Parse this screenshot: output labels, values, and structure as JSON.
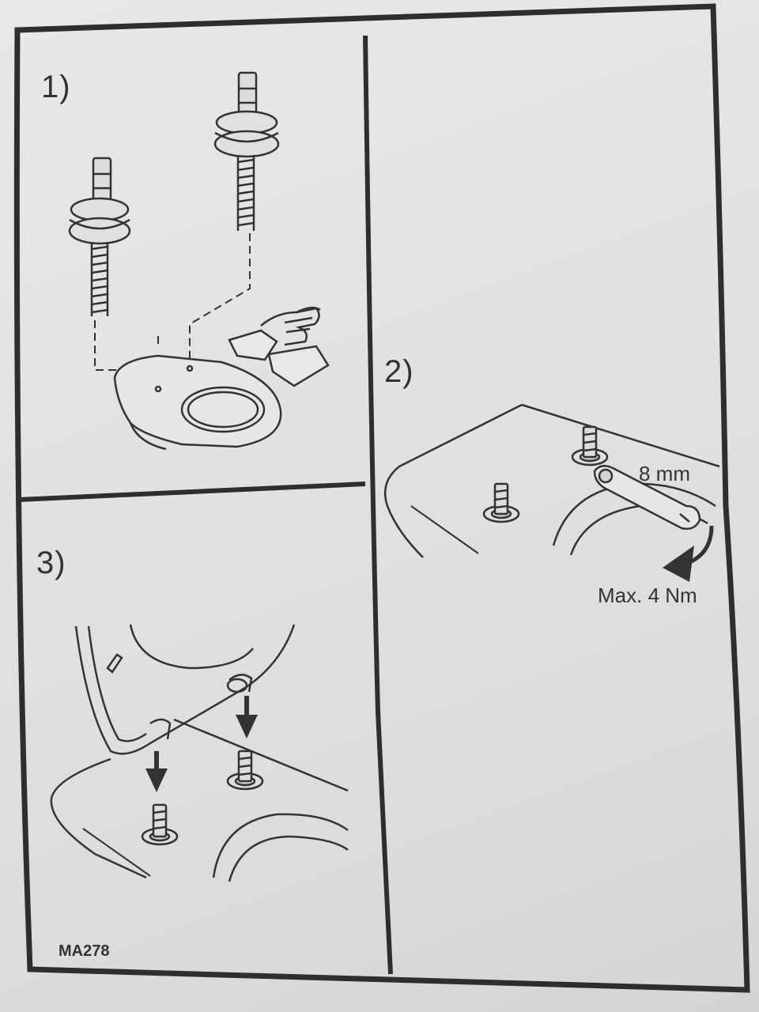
{
  "steps": [
    {
      "label": "1)"
    },
    {
      "label": "2)"
    },
    {
      "label": "3)"
    }
  ],
  "step2": {
    "wrench_size": "8 mm",
    "torque": "Max. 4 Nm"
  },
  "model_code": "MA278",
  "icons": {
    "bolt": "bolt-with-washers-icon",
    "bowl": "toilet-bowl-icon",
    "wipe": "cleaning-cloth-hand-icon",
    "wrench": "open-end-wrench-icon",
    "rotation": "rotation-arrow-icon",
    "seat": "toilet-seat-hinge-icon",
    "down_arrow": "down-arrow-icon"
  },
  "colors": {
    "ink": "#2b2b2b",
    "paper": "#e4e4e2"
  }
}
